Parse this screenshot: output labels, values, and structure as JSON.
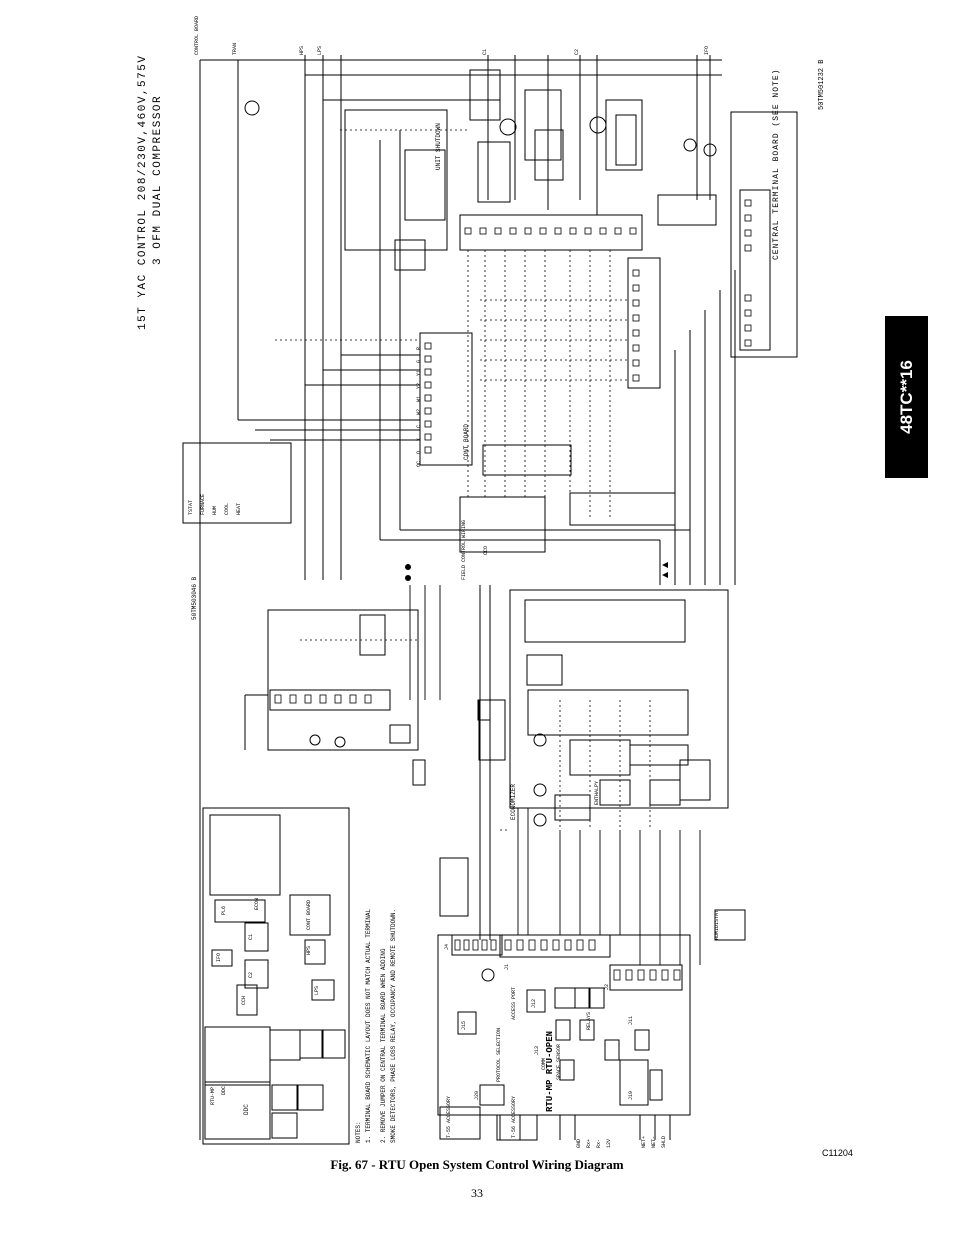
{
  "page": {
    "side_tab": "48TC**16",
    "figure_code": "C11204",
    "caption": "Fig. 67 - RTU Open System Control Wiring Diagram",
    "page_number": "33"
  },
  "diagram": {
    "title_line1": "15T YAC CONTROL 208/230V,460V,575V",
    "title_line2": "3 OFM DUAL COMPRESSOR",
    "drawing_number": "50TM501232 B",
    "secondary_drawing_number": "50TM503046 B",
    "central_board_label": "CENTRAL TERMINAL BOARD (SEE NOTE)",
    "unit_shutdown_label": "UNIT SHUTDOWN",
    "conn_board_label": "CONT BOARD",
    "field_control_wiring_label": "FIELD CONTROL WIRING",
    "rtu_brand": "RTU-MP RTU-OPEN",
    "protocol_selection_label": "PROTOCOL SELECTION",
    "relays_label": "RELAYS",
    "access_port_label": "ACCESS PORT",
    "comm_label": "COMM",
    "economizer_label": "ECONOMIZER",
    "enthalpy_label": "ENTHALPY",
    "humidistat_label": "HUMIDISTAT",
    "space_sensor_label": "SPACE SENSOR",
    "t55_accessory_label": "T-55 ACCESSORY",
    "t56_accessory_label": "T-56 ACCESSORY",
    "cco_label": "CCO",
    "ddc_label": "DDC",
    "notes_header": "NOTES:",
    "note1": "1. TERMINAL BOARD SCHEMATIC LAYOUT DOES NOT MATCH ACTUAL TERMINAL",
    "note2": "2. REMOVE JUMPER ON CENTRAL TERMINAL BOARD WHEN ADDING",
    "note3": "SMOKE DETECTORS, PHASE LOSS RELAY, OCCUPANCY AND REMOTE SHUTDOWN.",
    "legend_labels": [
      "DDC",
      "RTU-MP",
      "C1",
      "C2",
      "IFO",
      "CCH",
      "HPS",
      "LPS",
      "CONT BOARD",
      "ECON",
      "PL6",
      "J1",
      "J2",
      "J4",
      "J11",
      "J12",
      "J13",
      "J15",
      "J19",
      "J20"
    ],
    "power_connections": [
      "CONTROL BOARD",
      "TRAN",
      "HPS",
      "LPS",
      "C1",
      "C2",
      "IFO"
    ],
    "terminals": [
      "R",
      "G",
      "Y1",
      "Y2",
      "W1",
      "W2",
      "C",
      "X",
      "O",
      "OC"
    ],
    "bottom_terminals": [
      "GND",
      "Rx+",
      "Rx-",
      "12V"
    ],
    "comm_terminals": [
      "NET+",
      "NET-",
      "SHLD"
    ],
    "lower_left_labels": [
      "TSTAT",
      "FURNACE",
      "HUM",
      "COOL",
      "HEAT"
    ]
  }
}
